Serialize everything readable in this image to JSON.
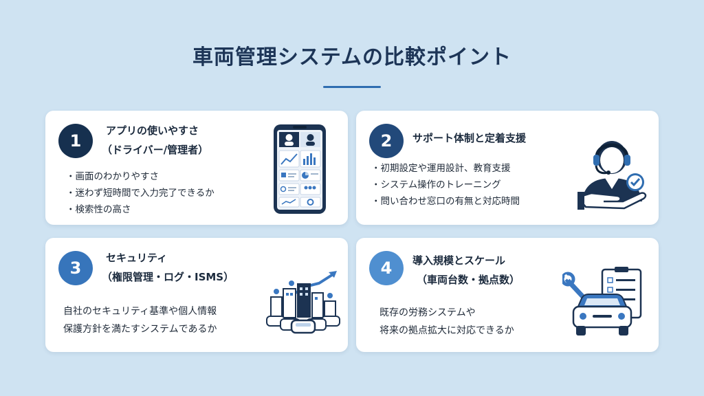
{
  "title": "車両管理システムの比較ポイント",
  "cards": [
    {
      "number": "1",
      "heading": "アプリの使いやすさ",
      "subheading": "（ドライバー/管理者）",
      "bullets": [
        "・画面のわかりやすさ",
        "・迷わず短時間で入力完了できるか",
        "・検索性の高さ"
      ]
    },
    {
      "number": "2",
      "heading": "サポート体制と定着支援",
      "bullets": [
        "・初期設定や運用設計、教育支援",
        "・システム操作のトレーニング",
        "・問い合わせ窓口の有無と対応時間"
      ]
    },
    {
      "number": "3",
      "heading": "セキュリティ",
      "subheading": "（権限管理・ログ・ISMS）",
      "lines": [
        "自社のセキュリティ基準や個人情報",
        "保護方針を満たすシステムであるか"
      ]
    },
    {
      "number": "4",
      "heading": "導入規模とスケール",
      "subheading": "（車両台数・拠点数）",
      "lines": [
        "既存の労務システムや",
        "将来の拠点拡大に対応できるか"
      ]
    }
  ],
  "colors": {
    "background": "#cfe3f2",
    "badge1": "#16304f",
    "badge2": "#22497a",
    "badge3": "#3775bb",
    "badge4": "#4f8fd0",
    "accent": "#2f6db0"
  },
  "icons": [
    "smartphone-app-icon",
    "support-operator-icon",
    "city-fleet-growth-icon",
    "car-checklist-wrench-icon"
  ]
}
